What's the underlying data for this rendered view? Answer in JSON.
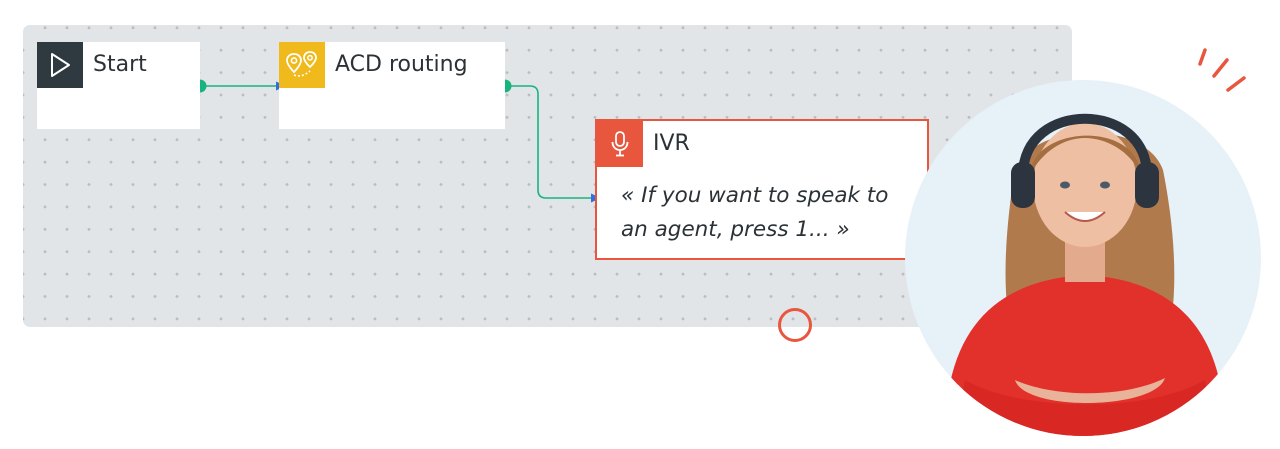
{
  "diagram": {
    "nodes": {
      "start": {
        "title": "Start"
      },
      "acd": {
        "title": "ACD routing"
      },
      "ivr": {
        "title": "IVR",
        "message_line1": "« If you want to speak to",
        "message_line2": "an agent, press 1... »"
      }
    },
    "colors": {
      "start_icon_bg": "#2f3a40",
      "acd_icon_bg": "#f0b91c",
      "ivr_accent": "#e8573d",
      "connector_green": "#19b37d",
      "arrow_blue": "#2f6fe0"
    },
    "icons": {
      "start": "play-icon",
      "acd": "route-pins-icon",
      "ivr": "microphone-icon"
    }
  }
}
